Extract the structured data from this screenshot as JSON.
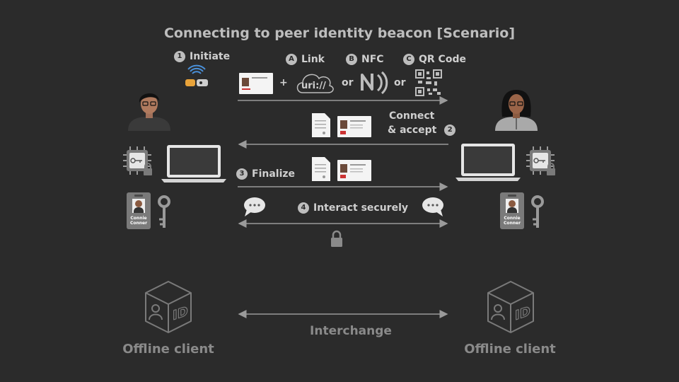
{
  "title": "Connecting to peer identity beacon [Scenario]",
  "steps": {
    "initiate": {
      "num": "1",
      "label": "Initiate"
    },
    "connect": {
      "num": "2",
      "label_line1": "Connect",
      "label_line2": "& accept"
    },
    "finalize": {
      "num": "3",
      "label": "Finalize"
    },
    "interact": {
      "num": "4",
      "label": "Interact securely"
    }
  },
  "options": {
    "link": {
      "letter": "A",
      "label": "Link"
    },
    "nfc": {
      "letter": "B",
      "label": "NFC"
    },
    "qr": {
      "letter": "C",
      "label": "QR Code"
    },
    "or1": "or",
    "or2": "or",
    "plus": "+",
    "uri": "uri://"
  },
  "badges": {
    "left_name_line1": "Connie",
    "left_name_line2": "Conner",
    "right_name_line1": "Connie",
    "right_name_line2": "Conner"
  },
  "bottom": {
    "left_client": "Offline client",
    "right_client": "Offline client",
    "interchange": "Interchange"
  },
  "colors": {
    "background": "#2b2b2b",
    "text": "#cfcfcf",
    "muted": "#8a8a8a",
    "arrow": "#9a9a9a",
    "accent_blue": "#4a90d9",
    "accent_orange": "#e8a33a"
  }
}
